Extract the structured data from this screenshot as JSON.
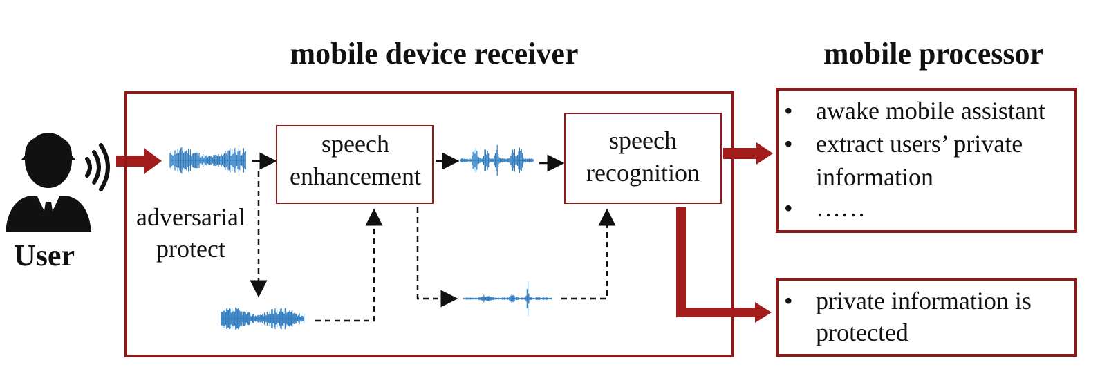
{
  "titles": {
    "receiver": "mobile device receiver",
    "processor": "mobile processor"
  },
  "user": {
    "label": "User",
    "icon": "user-icon"
  },
  "receiver": {
    "adversarial_line1": "adversarial",
    "adversarial_line2": "protect",
    "enhancement_line1": "speech",
    "enhancement_line2": "enhancement",
    "recognition_line1": "speech",
    "recognition_line2": "recognition"
  },
  "processor_top": {
    "bullet": "•",
    "item1": "awake mobile assistant",
    "item2_line1": "extract users’ private",
    "item2_line2": "information",
    "item3": "……"
  },
  "processor_bottom": {
    "bullet": "•",
    "item1_line1": "private information is",
    "item1_line2": "protected"
  },
  "colors": {
    "box_border": "#8b1a1a",
    "red_arrow": "#a31c1c",
    "waveform": "#2f7cbf"
  }
}
